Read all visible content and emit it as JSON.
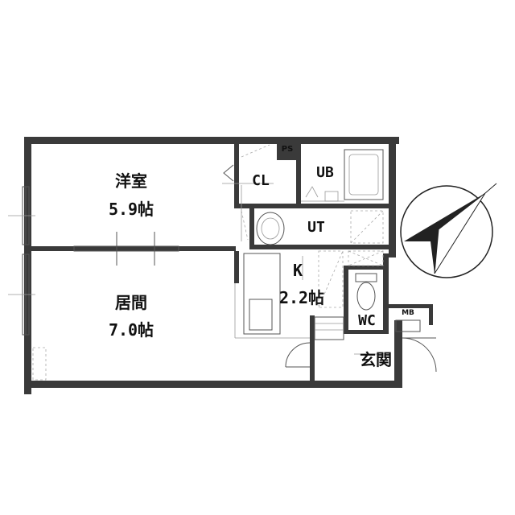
{
  "rooms": {
    "western_room": {
      "name": "洋室",
      "size": "5.9帖"
    },
    "living_room": {
      "name": "居間",
      "size": "7.0帖"
    },
    "kitchen": {
      "name": "K",
      "size": "2.2帖"
    },
    "closet": {
      "name": "CL"
    },
    "unit_bath": {
      "name": "UB"
    },
    "utility": {
      "name": "UT"
    },
    "toilet": {
      "name": "WC"
    },
    "entrance": {
      "name": "玄関"
    },
    "pipe_space": {
      "name": "PS"
    },
    "meter_box": {
      "name": "MB"
    }
  },
  "colors": {
    "wall": "#3a3a3a",
    "line": "#555555",
    "background": "#ffffff"
  },
  "icons": {
    "compass": "north-arrow-icon"
  }
}
